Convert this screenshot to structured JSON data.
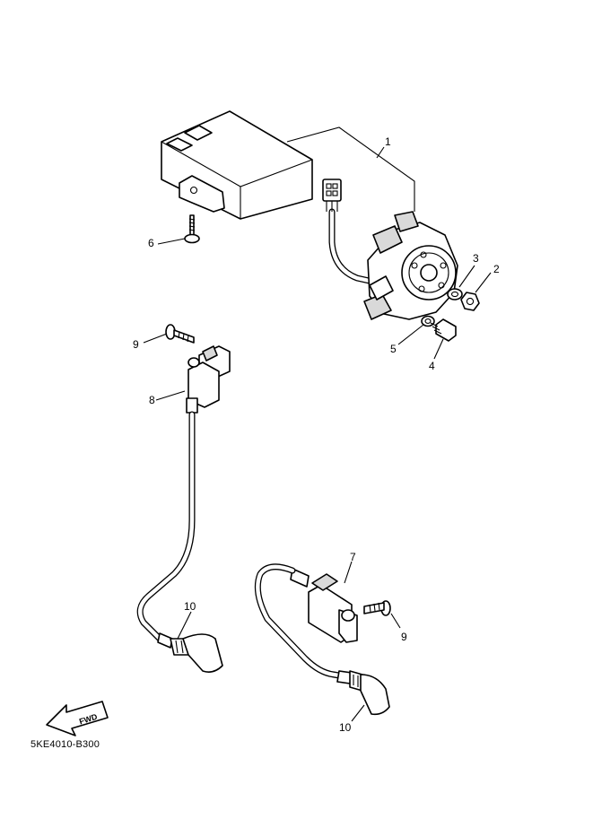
{
  "callouts": {
    "c1": "1",
    "c2": "2",
    "c3": "3",
    "c4": "4",
    "c5": "5",
    "c6": "6",
    "c7": "7",
    "c8": "8",
    "c9a": "9",
    "c9b": "9",
    "c10a": "10",
    "c10b": "10"
  },
  "direction_badge": "FWD",
  "diagram_code": "5KE4010-B300"
}
